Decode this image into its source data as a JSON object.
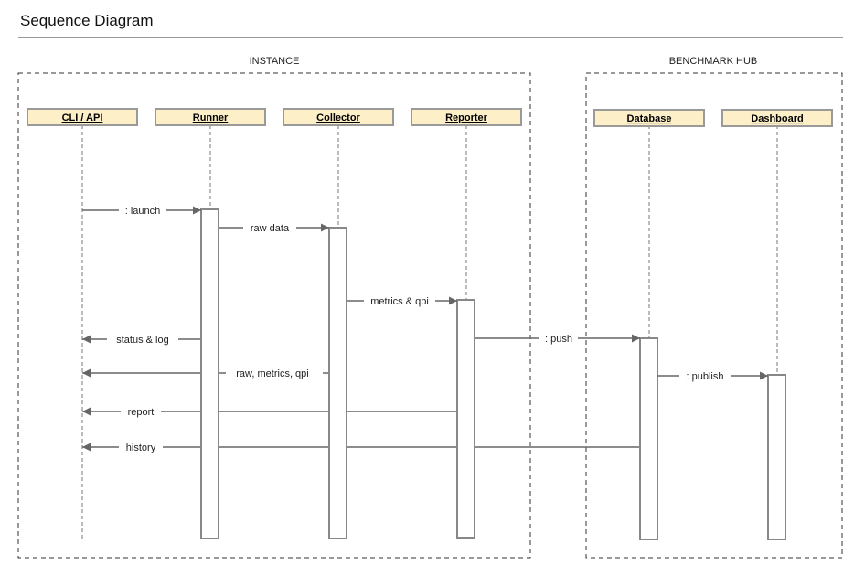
{
  "diagram": {
    "title": "Sequence Diagram",
    "groups": [
      {
        "id": "instance",
        "label": "INSTANCE"
      },
      {
        "id": "hub",
        "label": "BENCHMARK HUB"
      }
    ],
    "participants": [
      {
        "id": "cli",
        "label": "CLI / API"
      },
      {
        "id": "runner",
        "label": "Runner"
      },
      {
        "id": "collector",
        "label": "Collector"
      },
      {
        "id": "reporter",
        "label": "Reporter"
      },
      {
        "id": "database",
        "label": "Database"
      },
      {
        "id": "dashboard",
        "label": "Dashboard"
      }
    ],
    "messages": [
      {
        "from": "cli",
        "to": "runner",
        "label": ": launch"
      },
      {
        "from": "runner",
        "to": "collector",
        "label": "raw data"
      },
      {
        "from": "collector",
        "to": "reporter",
        "label": "metrics & qpi"
      },
      {
        "from": "reporter",
        "to": "database",
        "label": ": push"
      },
      {
        "from": "runner",
        "to": "cli",
        "label": "status & log"
      },
      {
        "from": "database",
        "to": "dashboard",
        "label": ": publish"
      },
      {
        "from": "collector",
        "to": "cli",
        "label": "raw, metrics, qpi"
      },
      {
        "from": "reporter",
        "to": "cli",
        "label": "report"
      },
      {
        "from": "database",
        "to": "cli",
        "label": "history"
      }
    ],
    "colors": {
      "participant_fill": "#fdf0c8",
      "participant_border": "#9a9a9a",
      "line": "#777777",
      "activation_border": "#888888"
    }
  }
}
